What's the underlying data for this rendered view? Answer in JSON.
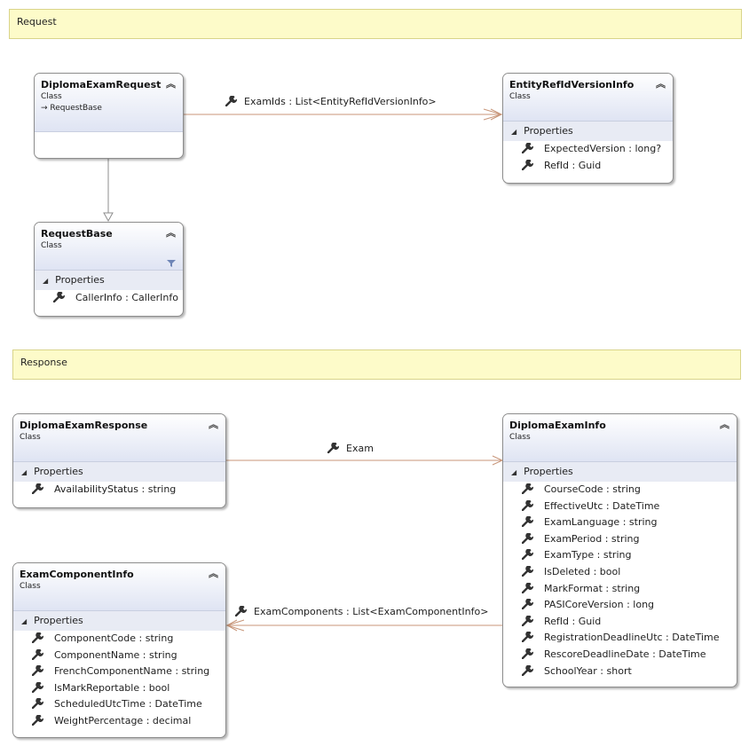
{
  "notes": {
    "request": "Request",
    "response": "Response"
  },
  "classes": {
    "diploma_exam_request": {
      "name": "DiplomaExamRequest",
      "kind": "Class",
      "base": "RequestBase"
    },
    "entity_ref_id_version_info": {
      "name": "EntityRefIdVersionInfo",
      "kind": "Class",
      "section": "Properties",
      "properties": [
        "ExpectedVersion : long?",
        "RefId : Guid"
      ]
    },
    "request_base": {
      "name": "RequestBase",
      "kind": "Class",
      "section": "Properties",
      "properties": [
        "CallerInfo : CallerInfo"
      ]
    },
    "diploma_exam_response": {
      "name": "DiplomaExamResponse",
      "kind": "Class",
      "section": "Properties",
      "properties": [
        "AvailabilityStatus : string"
      ]
    },
    "diploma_exam_info": {
      "name": "DiplomaExamInfo",
      "kind": "Class",
      "section": "Properties",
      "properties": [
        "CourseCode : string",
        "EffectiveUtc : DateTime",
        "ExamLanguage : string",
        "ExamPeriod : string",
        "ExamType : string",
        "IsDeleted : bool",
        "MarkFormat : string",
        "PASICoreVersion : long",
        "RefId : Guid",
        "RegistrationDeadlineUtc : DateTime",
        "RescoreDeadlineDate : DateTime",
        "SchoolYear : short"
      ]
    },
    "exam_component_info": {
      "name": "ExamComponentInfo",
      "kind": "Class",
      "section": "Properties",
      "properties": [
        "ComponentCode : string",
        "ComponentName : string",
        "FrenchComponentName : string",
        "IsMarkReportable : bool",
        "ScheduledUtcTime : DateTime",
        "WeightPercentage : decimal"
      ]
    }
  },
  "associations": {
    "exam_ids": "ExamIds : List<EntityRefIdVersionInfo>",
    "exam": "Exam",
    "exam_components": "ExamComponents : List<ExamComponentInfo>"
  },
  "colors": {
    "note_fill": "#fdfbc9",
    "header_gradient_bottom": "#dfe4f3",
    "association_line": "#c8967a",
    "inheritance_line": "#8c8c8c"
  }
}
